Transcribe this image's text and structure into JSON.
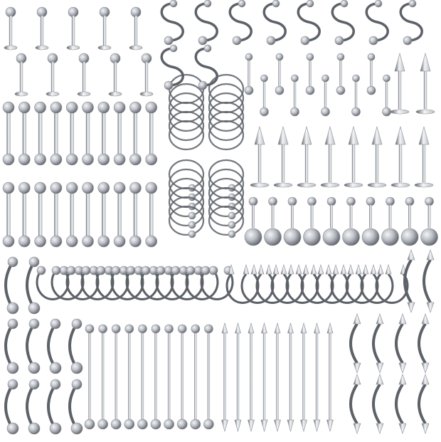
{
  "image": {
    "subject": "piercing-jewelry-assortment",
    "background_color": "#ffffff",
    "metal_light": "#f4f5f7",
    "metal_mid": "#b9bdc3",
    "metal_dark": "#5d6168",
    "groups": [
      "labrets",
      "straight-barbells",
      "hoop-rings",
      "spiral-barbells",
      "mini-barbells",
      "spike-labrets",
      "ball-labrets",
      "horseshoe-rings",
      "spike-horseshoe-rings",
      "curved-barbells",
      "industrial-barbells",
      "spike-industrial-barbells",
      "curved-spike-barbells"
    ]
  }
}
